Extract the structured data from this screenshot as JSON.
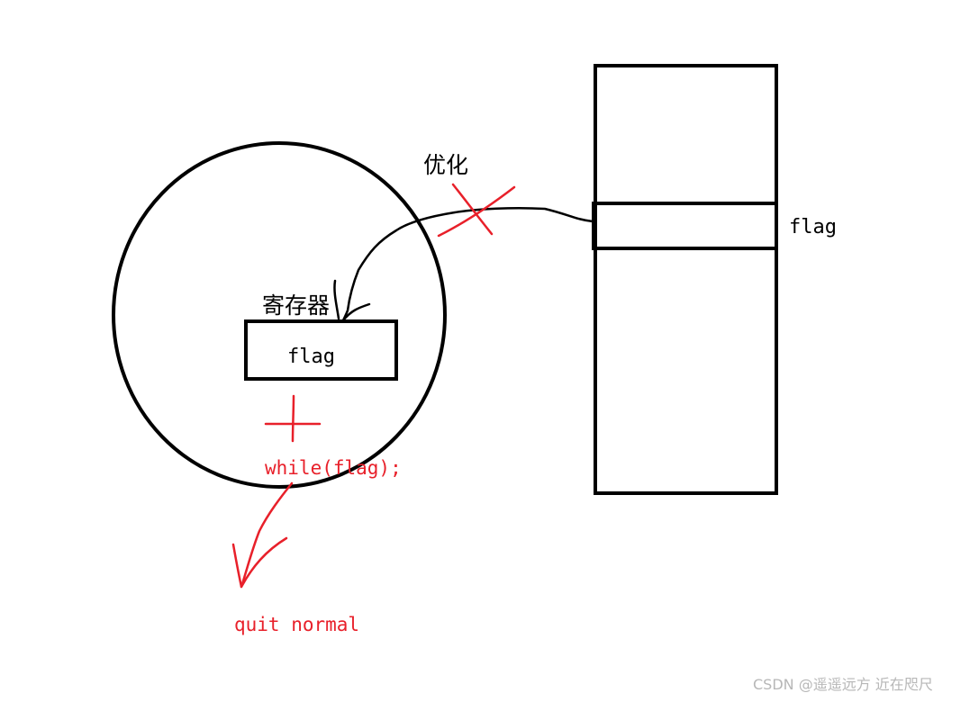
{
  "labels": {
    "optimize": "优化",
    "register": "寄存器",
    "register_flag": "flag",
    "memory_flag": "flag",
    "loop_code": "while(flag);",
    "quit": "quit normal"
  },
  "watermark": "CSDN @遥遥远方 近在咫尺",
  "colors": {
    "ink": "#000000",
    "annotation": "#e8202a",
    "watermark": "#b7b7b7",
    "background": "#ffffff"
  }
}
